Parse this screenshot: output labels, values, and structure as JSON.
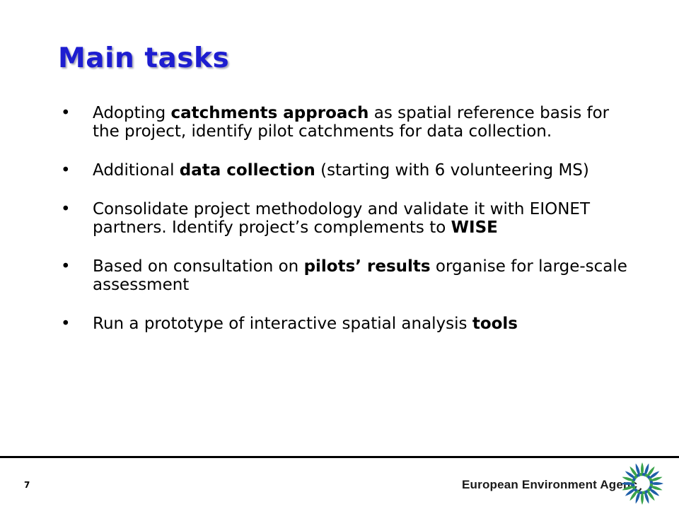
{
  "slide": {
    "title": "Main tasks",
    "bullets": [
      {
        "segments": [
          {
            "text": "Adopting ",
            "bold": false
          },
          {
            "text": "catchments approach",
            "bold": true
          },
          {
            "text": " as spatial reference basis for the project, identify pilot catchments for data collection.",
            "bold": false
          }
        ]
      },
      {
        "segments": [
          {
            "text": "Additional ",
            "bold": false
          },
          {
            "text": "data collection",
            "bold": true
          },
          {
            "text": " (starting with 6 volunteering MS)",
            "bold": false
          }
        ]
      },
      {
        "segments": [
          {
            "text": "Consolidate project methodology and validate it with EIONET partners. Identify project’s complements to ",
            "bold": false
          },
          {
            "text": "WISE",
            "bold": true
          }
        ]
      },
      {
        "segments": [
          {
            "text": "Based on consultation on ",
            "bold": false
          },
          {
            "text": "pilots’ results",
            "bold": true
          },
          {
            "text": " organise for large-scale assessment",
            "bold": false
          }
        ]
      },
      {
        "segments": [
          {
            "text": "Run a prototype of interactive spatial analysis ",
            "bold": false
          },
          {
            "text": "tools",
            "bold": true
          }
        ]
      }
    ]
  },
  "footer": {
    "page_number": "7",
    "agency_name": "European Environment Agency",
    "logo_icon": "eea-logo-icon"
  },
  "colors": {
    "title": "#1d1dd0",
    "logo_blue": "#1f5fa8",
    "logo_green": "#3aa34a"
  }
}
